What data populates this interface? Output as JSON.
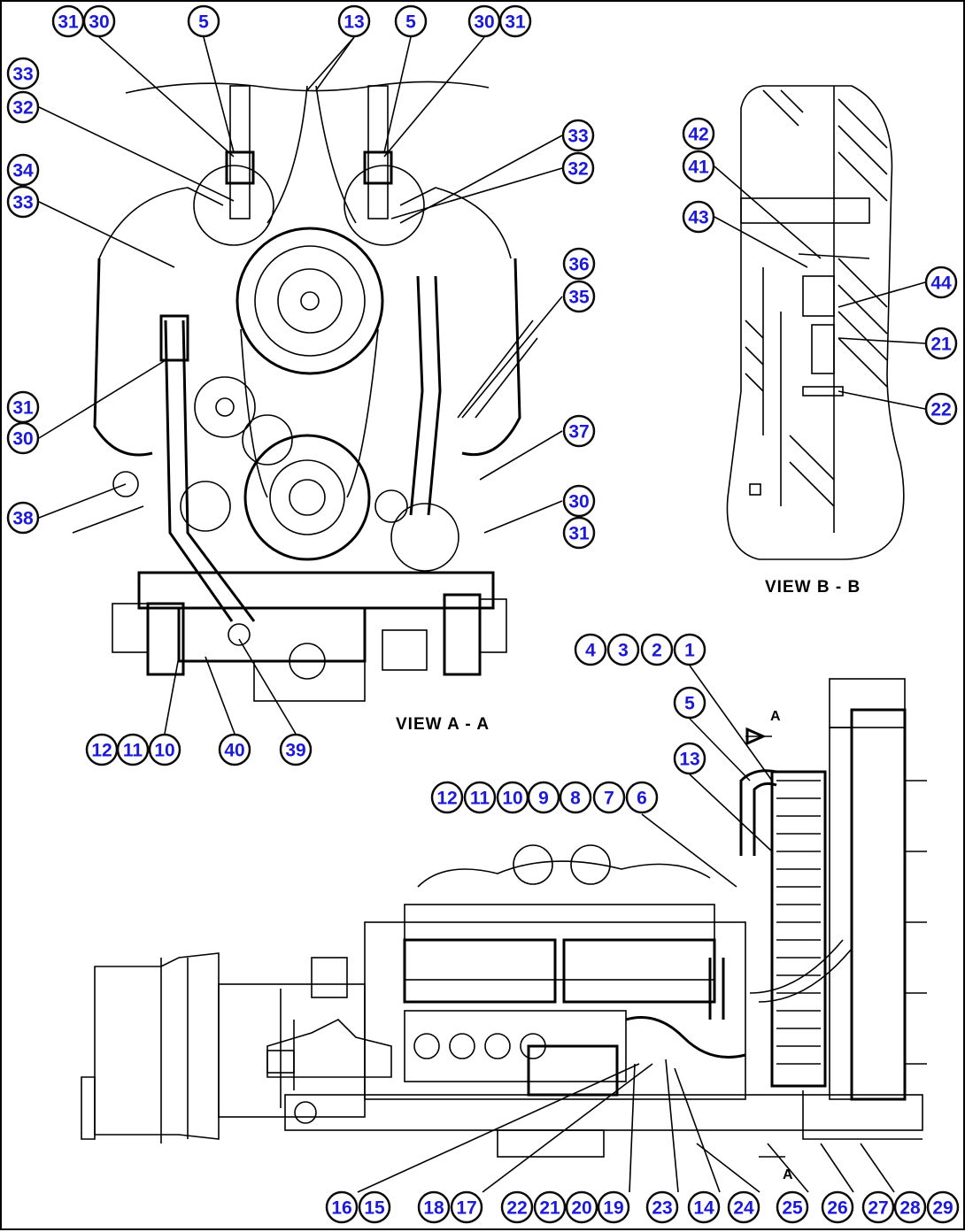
{
  "views": {
    "view_a": "VIEW A - A",
    "view_b": "VIEW B - B",
    "section_mark_a": "A"
  },
  "callouts": {
    "view_a": [
      "31",
      "30",
      "5",
      "13",
      "5",
      "30",
      "31",
      "33",
      "32",
      "34",
      "33",
      "33",
      "32",
      "36",
      "35",
      "31",
      "30",
      "37",
      "38",
      "30",
      "31",
      "12",
      "11",
      "10",
      "40",
      "39"
    ],
    "view_b": [
      "42",
      "41",
      "43",
      "44",
      "21",
      "22"
    ],
    "side_view": [
      "4",
      "3",
      "2",
      "1",
      "5",
      "13",
      "12",
      "11",
      "10",
      "9",
      "8",
      "7",
      "6",
      "16",
      "15",
      "18",
      "17",
      "22",
      "21",
      "20",
      "19",
      "23",
      "14",
      "24",
      "25",
      "26",
      "27",
      "28",
      "29"
    ]
  }
}
